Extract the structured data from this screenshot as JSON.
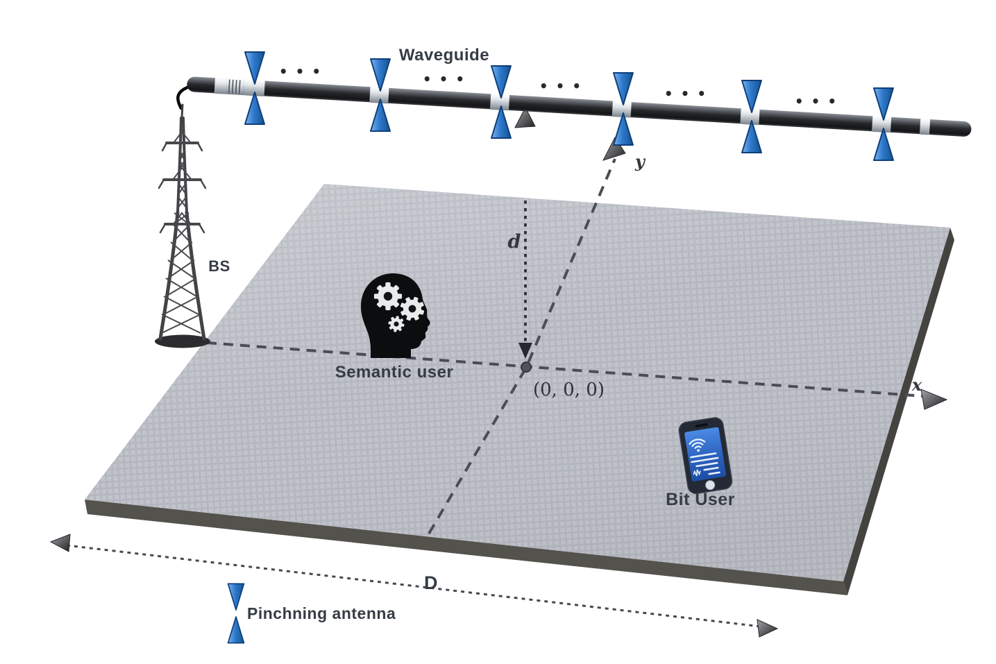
{
  "figure": {
    "waveguide_label": "Waveguide",
    "bs_label": "BS",
    "semantic_user_label": "Semantic user",
    "bit_user_label": "Bit User",
    "origin_label": "(0, 0, 0)",
    "distance_label": "d",
    "x_axis_label": "x",
    "y_axis_label": "y",
    "plane_width_label": "D",
    "legend_label": "Pinchning antenna",
    "ellipsis": "• • •"
  },
  "colors": {
    "antenna_blue": "#2e77cb",
    "plane_gray": "#b6b9c1",
    "label_dark": "#363c45",
    "dash_gray": "#4a4e54",
    "rod_dark": "#2c2e31"
  }
}
